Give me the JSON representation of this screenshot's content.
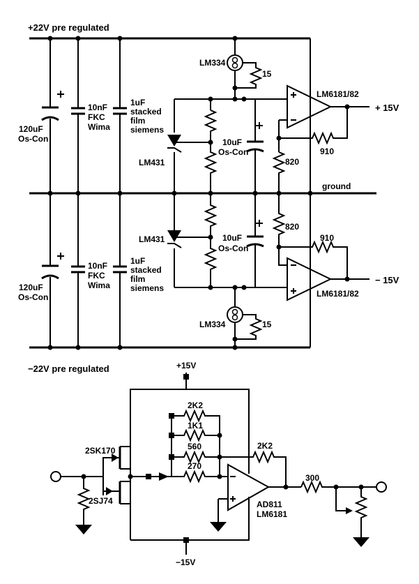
{
  "rails": {
    "pos22": "+22V pre regulated",
    "neg22": "−22V pre regulated",
    "ground": "ground",
    "out_pos": "+ 15V",
    "out_neg": "− 15V"
  },
  "upper": {
    "cap_big_value": "120uF",
    "cap_big_type": "Os-Con",
    "cap_fkc_value": "10nF",
    "cap_fkc_l1": "FKC",
    "cap_fkc_l2": "Wima",
    "cap_film_l1": "1uF",
    "cap_film_l2": "stacked",
    "cap_film_l3": "film",
    "cap_film_l4": "siemens",
    "source": "LM334",
    "r_source": "15",
    "opamp": "LM6181/82",
    "ref": "LM431",
    "cap_out_value": "10uF",
    "cap_out_type": "Os-Con",
    "r_fb": "910",
    "r_gnd": "820"
  },
  "lower": {
    "cap_big_value": "120uF",
    "cap_big_type": "Os-Con",
    "cap_fkc_value": "10nF",
    "cap_fkc_l1": "FKC",
    "cap_fkc_l2": "Wima",
    "cap_film_l1": "1uF",
    "cap_film_l2": "stacked",
    "cap_film_l3": "film",
    "cap_film_l4": "siemens",
    "source": "LM334",
    "r_source": "15",
    "opamp": "LM6181/82",
    "ref": "LM431",
    "cap_out_value": "10uF",
    "cap_out_type": "Os-Con",
    "r_fb": "910",
    "r_gnd": "820"
  },
  "buffer": {
    "vpos": "+15V",
    "vneg": "−15V",
    "jfet_n": "2SK170",
    "jfet_p": "2SJ74",
    "r1": "2K2",
    "r2": "1K1",
    "r3": "560",
    "r4": "270",
    "r_fb": "2K2",
    "opamp_l1": "AD811",
    "opamp_l2": "LM6181",
    "r_out": "300"
  }
}
